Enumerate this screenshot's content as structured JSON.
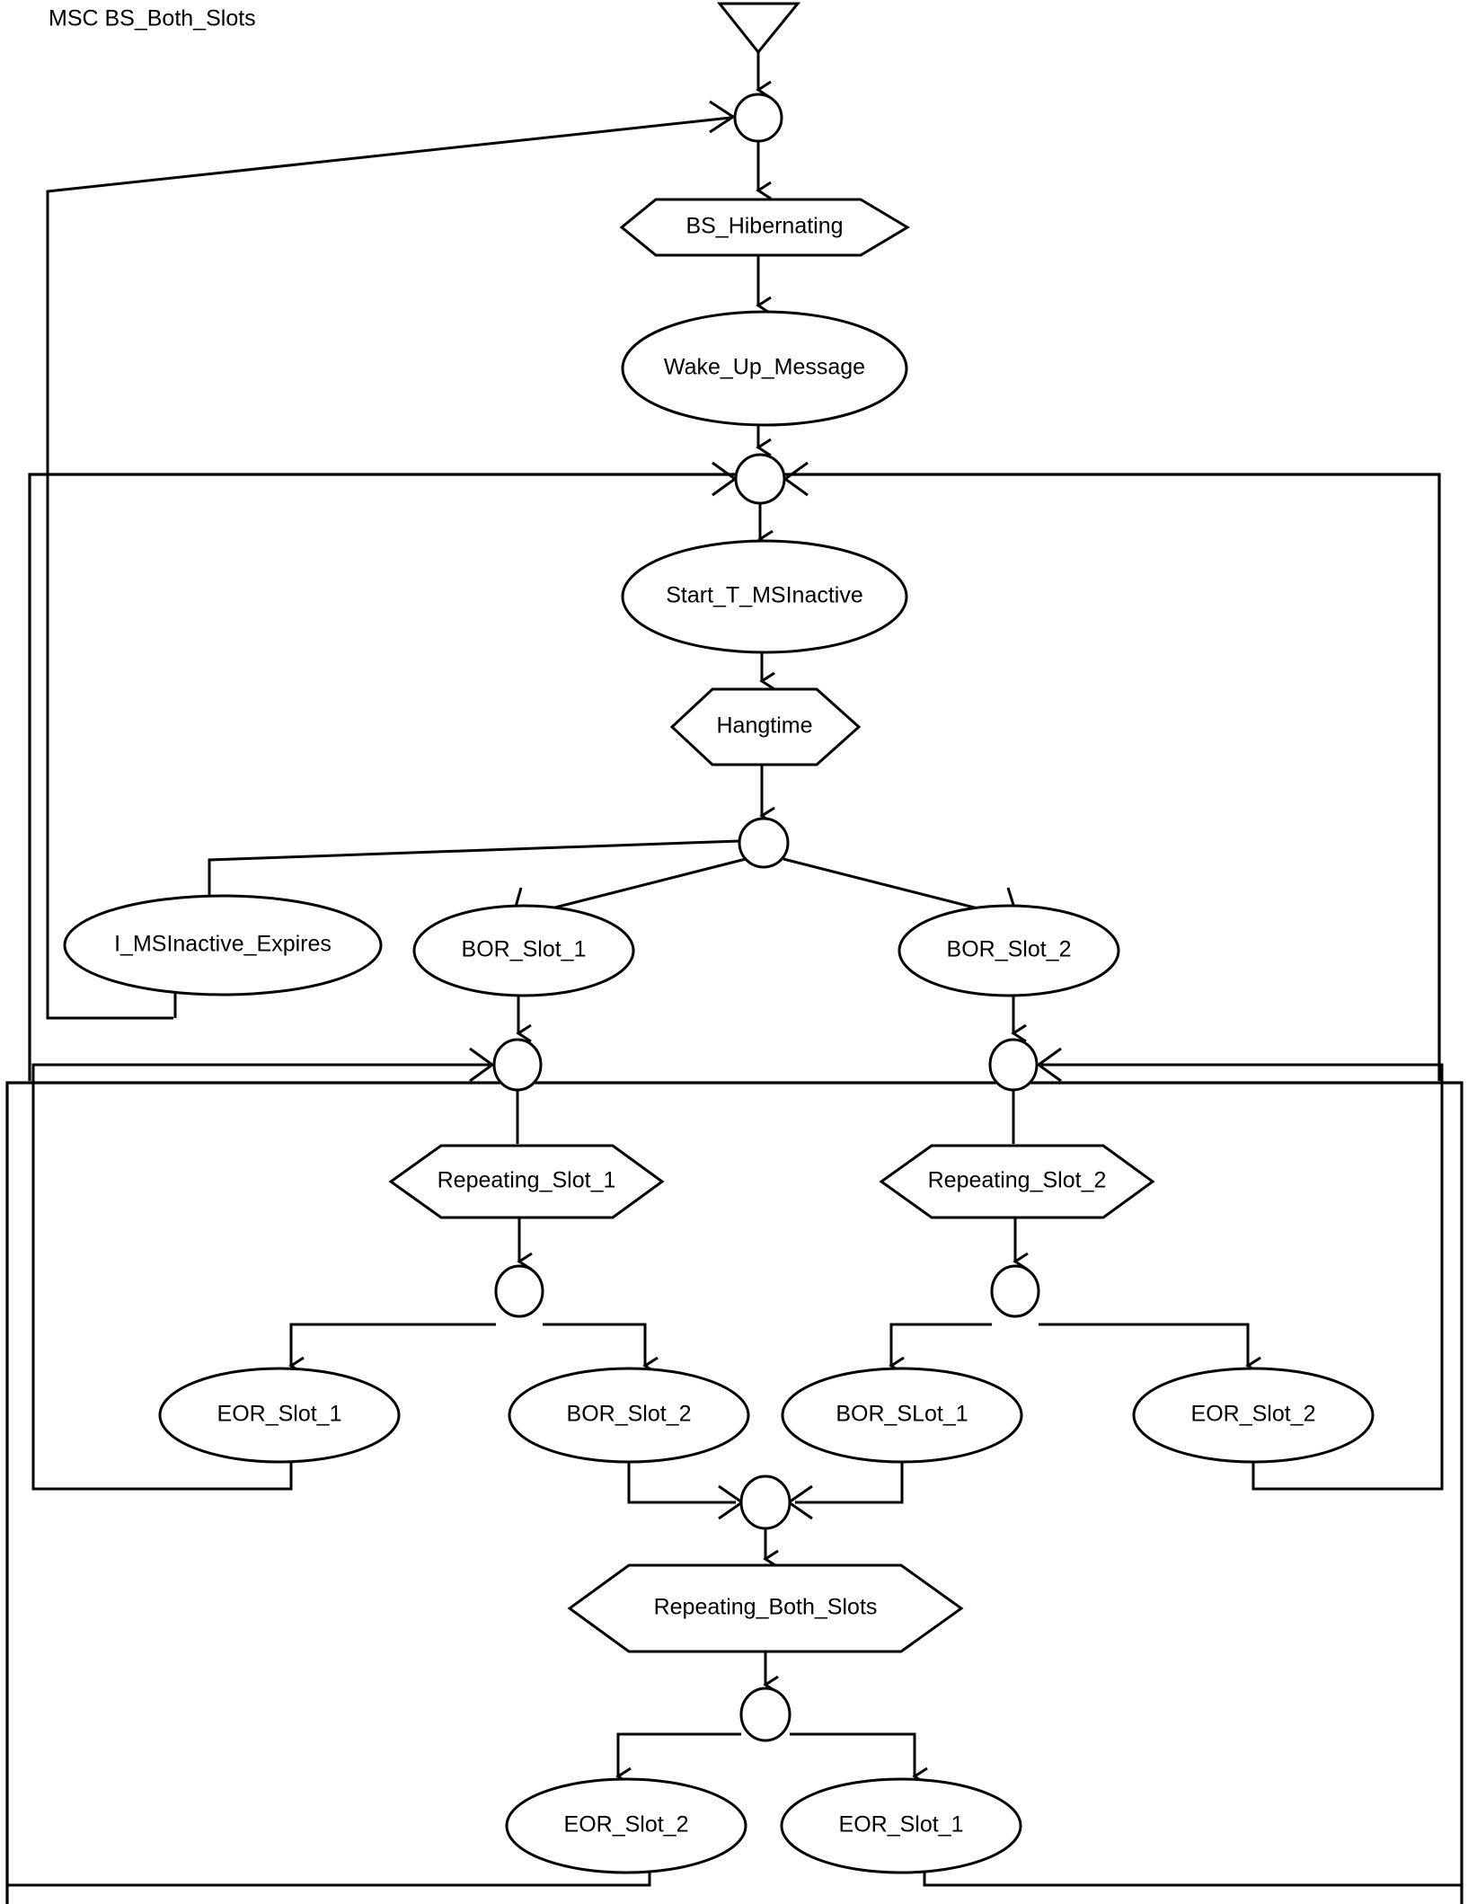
{
  "diagram": {
    "title": "MSC BS_Both_Slots",
    "type": "message-sequence-chart-flow",
    "stroke_color": "#000000",
    "background_color": "#ffffff",
    "nodes": {
      "start_triangle": {
        "label": "",
        "shape": "triangle-start"
      },
      "junction_1": {
        "label": "",
        "shape": "circle"
      },
      "bs_hibernating": {
        "label": "BS_Hibernating",
        "shape": "hexagon"
      },
      "wake_up_message": {
        "label": "Wake_Up_Message",
        "shape": "ellipse"
      },
      "junction_2": {
        "label": "",
        "shape": "circle"
      },
      "start_t_msinactive": {
        "label": "Start_T_MSInactive",
        "shape": "ellipse"
      },
      "hangtime": {
        "label": "Hangtime",
        "shape": "hexagon"
      },
      "junction_3": {
        "label": "",
        "shape": "circle"
      },
      "i_msinactive_expires": {
        "label": "I_MSInactive_Expires",
        "shape": "ellipse"
      },
      "bor_slot_1_top": {
        "label": "BOR_Slot_1",
        "shape": "ellipse"
      },
      "bor_slot_2_top": {
        "label": "BOR_Slot_2",
        "shape": "ellipse"
      },
      "junction_4_left": {
        "label": "",
        "shape": "circle"
      },
      "junction_4_right": {
        "label": "",
        "shape": "circle"
      },
      "repeating_slot_1": {
        "label": "Repeating_Slot_1",
        "shape": "hexagon"
      },
      "repeating_slot_2": {
        "label": "Repeating_Slot_2",
        "shape": "hexagon"
      },
      "junction_5_left": {
        "label": "",
        "shape": "circle"
      },
      "junction_5_right": {
        "label": "",
        "shape": "circle"
      },
      "eor_slot_1_mid": {
        "label": "EOR_Slot_1",
        "shape": "ellipse"
      },
      "bor_slot_2_mid": {
        "label": "BOR_Slot_2",
        "shape": "ellipse"
      },
      "bor_slot_1_mid": {
        "label": "BOR_SLot_1",
        "shape": "ellipse"
      },
      "eor_slot_2_mid": {
        "label": "EOR_Slot_2",
        "shape": "ellipse"
      },
      "junction_6": {
        "label": "",
        "shape": "circle"
      },
      "repeating_both_slots": {
        "label": "Repeating_Both_Slots",
        "shape": "hexagon"
      },
      "junction_7": {
        "label": "",
        "shape": "circle"
      },
      "eor_slot_2_bottom": {
        "label": "EOR_Slot_2",
        "shape": "ellipse"
      },
      "eor_slot_1_bottom": {
        "label": "EOR_Slot_1",
        "shape": "ellipse"
      }
    },
    "labels_in_reading_order": [
      "MSC BS_Both_Slots",
      "BS_Hibernating",
      "Wake_Up_Message",
      "Start_T_MSInactive",
      "Hangtime",
      "I_MSInactive_Expires",
      "BOR_Slot_1",
      "BOR_Slot_2",
      "Repeating_Slot_1",
      "Repeating_Slot_2",
      "EOR_Slot_1",
      "BOR_Slot_2",
      "BOR_SLot_1",
      "EOR_Slot_2",
      "Repeating_Both_Slots",
      "EOR_Slot_2",
      "EOR_Slot_1"
    ]
  }
}
